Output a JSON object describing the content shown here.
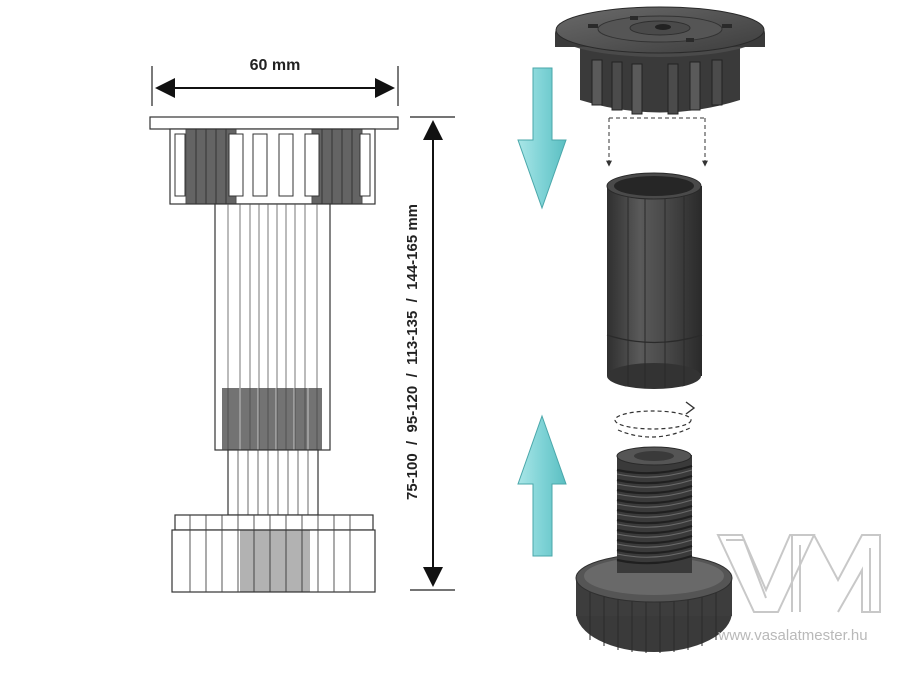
{
  "diagram": {
    "width_label": "60 mm",
    "height_label": "75-100  /  95-120  /  113-135  /  144-165 mm",
    "watermark_url": "www.vasalatmester.hu",
    "watermark_logo_letters": "VM",
    "colors": {
      "arrow_fill": "#7fd3d6",
      "arrow_stroke": "#4aa7aa",
      "part_dark": "#3b3b3b",
      "part_mid": "#555555",
      "part_light": "#7a7a7a",
      "line": "#444444",
      "watermark": "#b9b9b9"
    }
  }
}
